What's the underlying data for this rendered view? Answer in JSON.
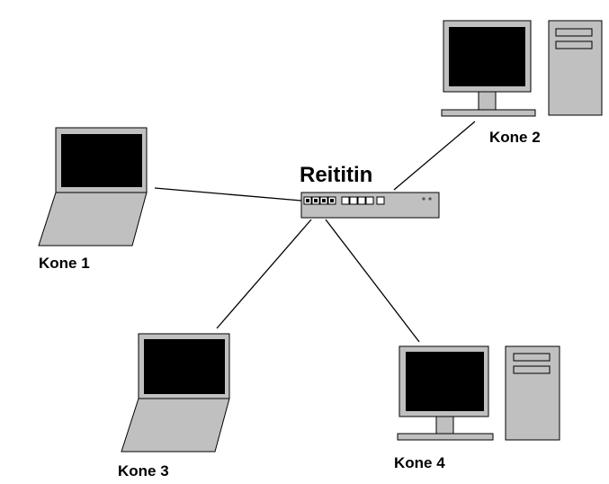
{
  "diagram": {
    "router": {
      "label": "Reititin"
    },
    "nodes": [
      {
        "label": "Kone 1",
        "type": "laptop"
      },
      {
        "label": "Kone 2",
        "type": "desktop"
      },
      {
        "label": "Kone 3",
        "type": "laptop"
      },
      {
        "label": "Kone 4",
        "type": "desktop"
      }
    ]
  },
  "colors": {
    "device": "#c0c0c0",
    "screen": "#000000",
    "line": "#000000",
    "background": "#ffffff"
  },
  "icons": {
    "router": "router-icon",
    "laptop": "laptop-icon",
    "desktop": "desktop-computer-icon"
  }
}
